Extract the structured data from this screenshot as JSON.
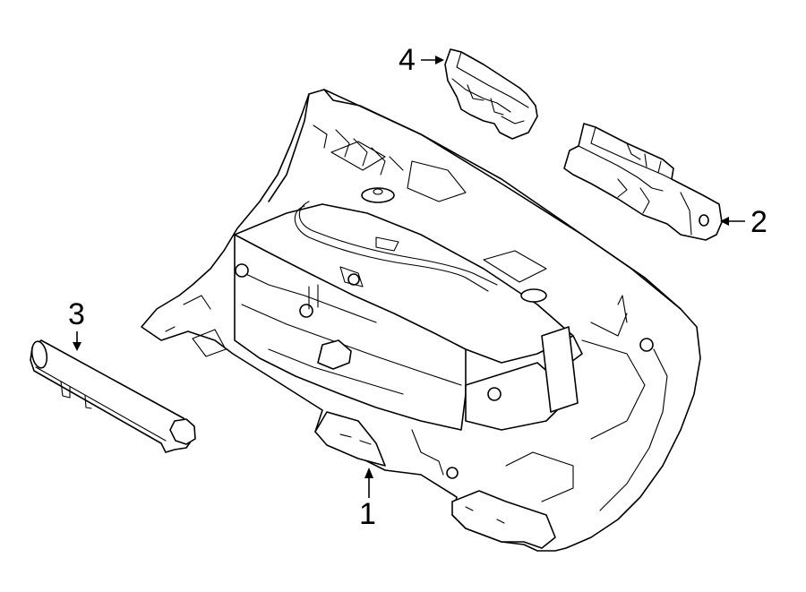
{
  "diagram": {
    "background_color": "#ffffff",
    "line_color": "#000000",
    "callouts": [
      {
        "id": "1",
        "label": "1",
        "part": "glove-box-assembly"
      },
      {
        "id": "2",
        "label": "2",
        "part": "right-bracket"
      },
      {
        "id": "3",
        "label": "3",
        "part": "damper-rod"
      },
      {
        "id": "4",
        "label": "4",
        "part": "left-bracket"
      }
    ]
  }
}
